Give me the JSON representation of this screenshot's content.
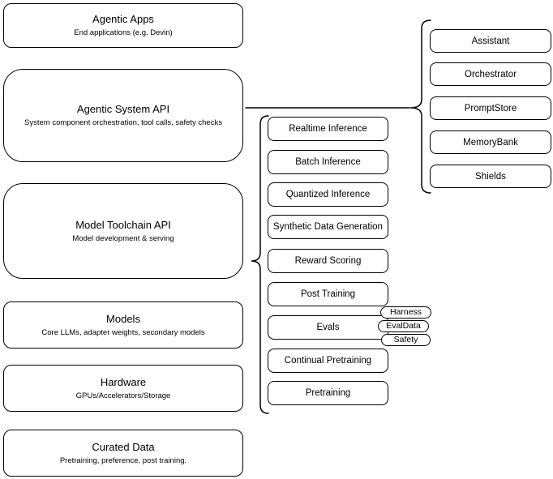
{
  "layers": [
    {
      "title": "Agentic Apps",
      "subtitle": "End applications (e.g. Devin)"
    },
    {
      "title": "Agentic System API",
      "subtitle": "System component orchestration, tool calls, safety checks"
    },
    {
      "title": "Model Toolchain API",
      "subtitle": "Model development & serving"
    },
    {
      "title": "Models",
      "subtitle": "Core LLMs, adapter weights, secondary models"
    },
    {
      "title": "Hardware",
      "subtitle": "GPUs/Accelerators/Storage"
    },
    {
      "title": "Curated Data",
      "subtitle": "Pretraining, preference, post training."
    }
  ],
  "toolchain": {
    "items": [
      {
        "label": "Realtime Inference"
      },
      {
        "label": "Batch Inference"
      },
      {
        "label": "Quantized Inference"
      },
      {
        "label": "Synthetic Data Generation"
      },
      {
        "label": "Reward Scoring"
      },
      {
        "label": "Post Training"
      },
      {
        "label": "Evals"
      },
      {
        "label": "Continual Pretraining"
      },
      {
        "label": "Pretraining"
      }
    ],
    "eval_tags": [
      {
        "label": "Harness"
      },
      {
        "label": "EvalData"
      },
      {
        "label": "Safety"
      }
    ]
  },
  "system_components": {
    "items": [
      {
        "label": "Assistant"
      },
      {
        "label": "Orchestrator"
      },
      {
        "label": "PromptStore"
      },
      {
        "label": "MemoryBank"
      },
      {
        "label": "Shields"
      }
    ]
  },
  "colors": {
    "stroke": "#000000",
    "background": "#ffffff",
    "text": "#000000"
  }
}
